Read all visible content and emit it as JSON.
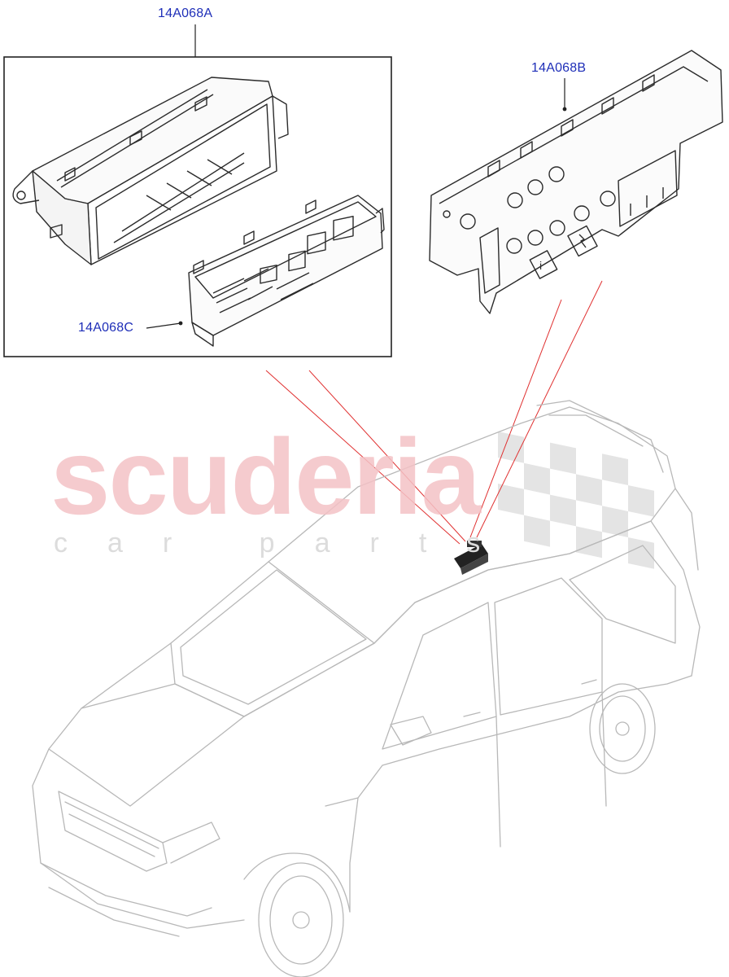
{
  "diagram": {
    "callouts": [
      {
        "id": "a",
        "label": "14A068A"
      },
      {
        "id": "b",
        "label": "14A068B"
      },
      {
        "id": "c",
        "label": "14A068C"
      }
    ]
  },
  "watermark": {
    "brand": "scuderia",
    "sub": "car parts",
    "brand_color": "#f4c2c6"
  },
  "colors": {
    "callout_text": "#1f2fb8",
    "leader_red": "#e03030",
    "line_art": "#2b2b2b",
    "car_outline": "#b8b8b8"
  }
}
